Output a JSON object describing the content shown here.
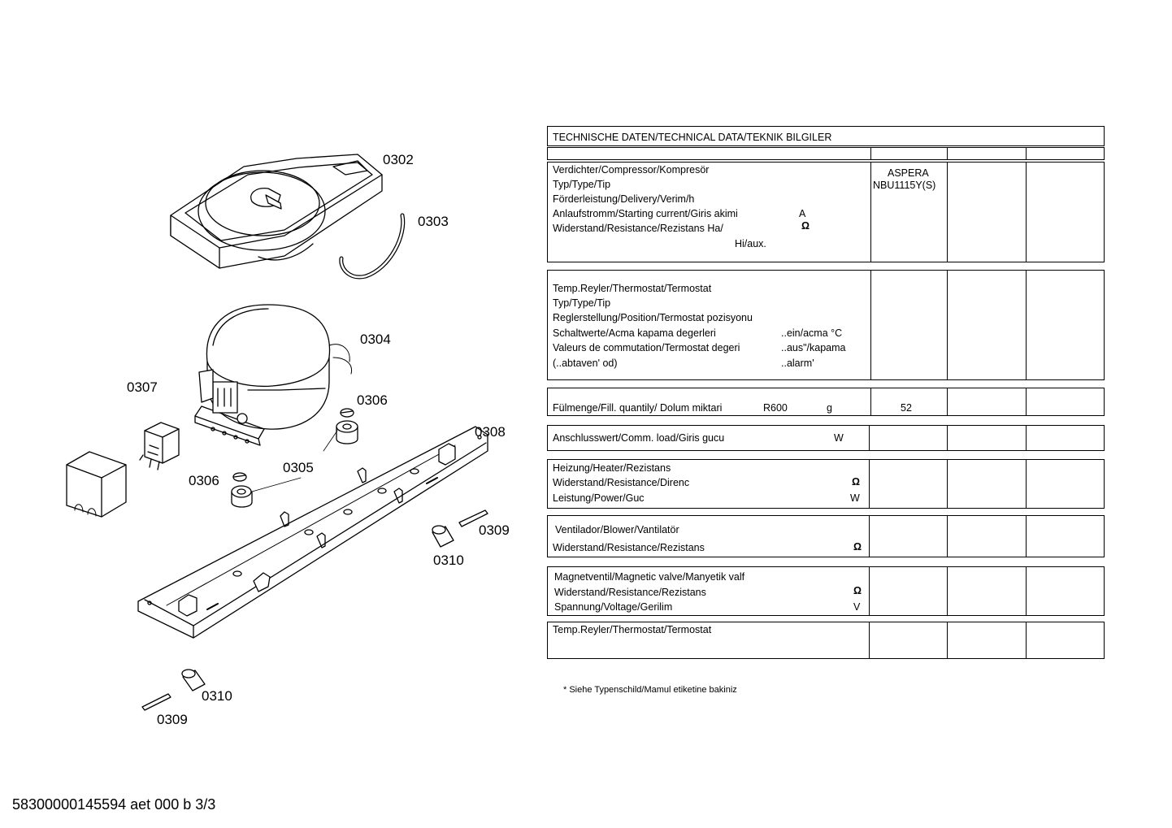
{
  "callouts": [
    {
      "id": "0302",
      "label": "0302"
    },
    {
      "id": "0303",
      "label": "0303"
    },
    {
      "id": "0304",
      "label": "0304"
    },
    {
      "id": "0307",
      "label": "0307"
    },
    {
      "id": "0306a",
      "label": "0306"
    },
    {
      "id": "0308",
      "label": "0308"
    },
    {
      "id": "0306b",
      "label": "0306"
    },
    {
      "id": "0305",
      "label": "0305"
    },
    {
      "id": "0309a",
      "label": "0309"
    },
    {
      "id": "0310a",
      "label": "0310"
    },
    {
      "id": "0310b",
      "label": "0310"
    },
    {
      "id": "0309b",
      "label": "0309"
    }
  ],
  "table": {
    "title": "TECHNISCHE DATEN/TECHNICAL DATA/TEKNIK BILGILER",
    "compressor": {
      "l1": "Verdichter/Compressor/Kompresör",
      "l2": "Typ/Type/Tip",
      "l3": "Förderleistung/Delivery/Verim/h",
      "l4": "Anlaufstromm/Starting current/Giris akimi",
      "l4u": "A",
      "l5": "Widerstand/Resistance/Rezistans Ha/",
      "l5u": "Ω",
      "l6": "Hi/aux.",
      "v1": "ASPERA",
      "v2": "NBU1115Y(S)"
    },
    "thermostat": {
      "l1": "Temp.Reyler/Thermostat/Termostat",
      "l2": "Typ/Type/Tip",
      "l3": "Reglerstellung/Position/Termostat  pozisyonu",
      "l4": "Schaltwerte/Acma kapama degerleri",
      "l4u": "..ein/acma °C",
      "l5": "Valeurs de commutation/Termostat degeri",
      "l5u": "..aus\"/kapama",
      "l6": "(..abtaven' od)",
      "l6u": "..alarm'"
    },
    "fill": {
      "label": "Fülmenge/Fill. quantily/ Dolum miktari",
      "gas": "R600",
      "unit": "g",
      "value": "52"
    },
    "load": {
      "label": "Anschlusswert/Comm. load/Giris gucu",
      "unit": "W"
    },
    "heater": {
      "l1": "Heizung/Heater/Rezistans",
      "l2": "Widerstand/Resistance/Direnc",
      "l2u": "Ω",
      "l3": "Leistung/Power/Guc",
      "l3u": "W"
    },
    "blower": {
      "l1": "Ventilador/Blower/Vantilatör",
      "l2": "Widerstand/Resistance/Rezistans",
      "l2u": "Ω"
    },
    "valve": {
      "l1": "Magnetventil/Magnetic valve/Manyetik valf",
      "l2": "Widerstand/Resistance/Rezistans",
      "l2u": "Ω",
      "l3": "Spannung/Voltage/Gerilim",
      "l3u": "V"
    },
    "thermostat2": {
      "l1": "Temp.Reyler/Thermostat/Termostat"
    }
  },
  "footnote": "* Siehe Typenschild/Mamul etiketine bakiniz",
  "doc_id": "58300000145594 aet 000 b 3/3"
}
